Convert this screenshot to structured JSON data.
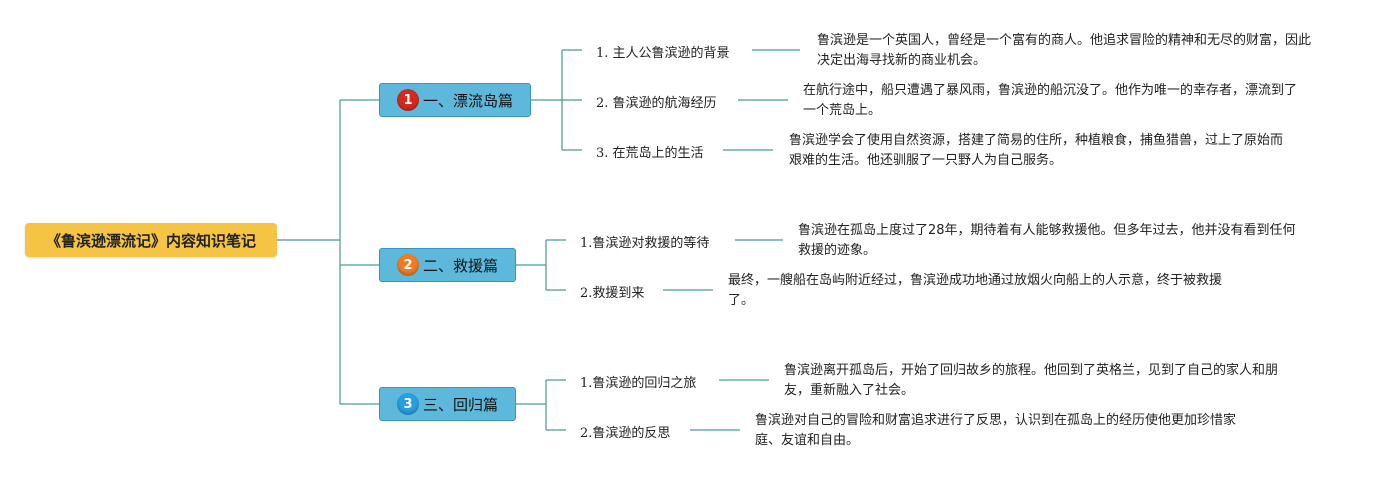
{
  "root": {
    "title": "《鲁滨逊漂流记》内容知识笔记"
  },
  "colors": {
    "root": "#f6c444",
    "branch": "#5db8dc",
    "line": "#4a9a94"
  },
  "branches": [
    {
      "number": "1",
      "badge_color": "#d42b1e",
      "label": "一、漂流岛篇",
      "items": [
        {
          "label": "1. 主人公鲁滨逊的背景",
          "detail": "鲁滨逊是一个英国人，曾经是一个富有的商人。他追求冒险的精神和无尽的财富，因此决定出海寻找新的商业机会。"
        },
        {
          "label": "2. 鲁滨逊的航海经历",
          "detail": "在航行途中，船只遭遇了暴风雨，鲁滨逊的船沉没了。他作为唯一的幸存者，漂流到了一个荒岛上。"
        },
        {
          "label": "3. 在荒岛上的生活",
          "detail": "鲁滨逊学会了使用自然资源，搭建了简易的住所，种植粮食，捕鱼猎兽，过上了原始而艰难的生活。他还驯服了一只野人为自己服务。"
        }
      ]
    },
    {
      "number": "2",
      "badge_color": "#ee7d22",
      "label": "二、救援篇",
      "items": [
        {
          "label": "1.鲁滨逊对救援的等待",
          "detail": "鲁滨逊在孤岛上度过了28年，期待着有人能够救援他。但多年过去，他并没有看到任何救援的迹象。"
        },
        {
          "label": "2.救援到来",
          "detail": "最终，一艘船在岛屿附近经过，鲁滨逊成功地通过放烟火向船上的人示意，终于被救援了。"
        }
      ]
    },
    {
      "number": "3",
      "badge_color": "#2a9fe0",
      "label": "三、回归篇",
      "items": [
        {
          "label": "1.鲁滨逊的回归之旅",
          "detail": "鲁滨逊离开孤岛后，开始了回归故乡的旅程。他回到了英格兰，见到了自己的家人和朋友，重新融入了社会。"
        },
        {
          "label": "2.鲁滨逊的反思",
          "detail": "鲁滨逊对自己的冒险和财富追求进行了反思，认识到在孤岛上的经历使他更加珍惜家庭、友谊和自由。"
        }
      ]
    }
  ]
}
